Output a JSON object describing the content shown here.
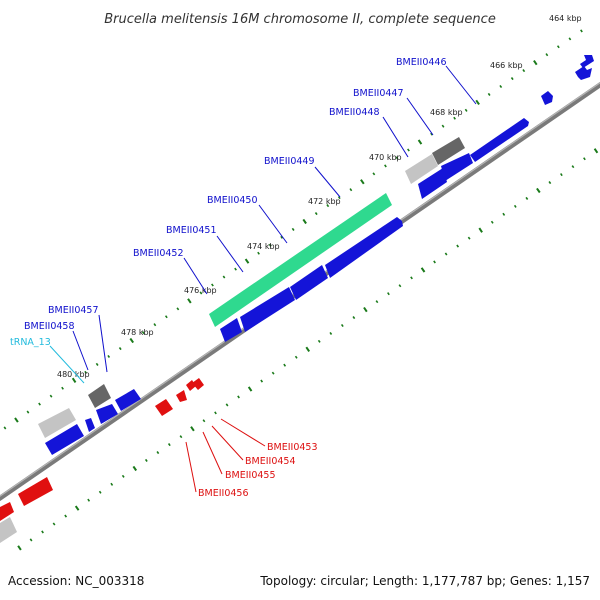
{
  "title": "Brucella melitensis 16M chromosome II, complete sequence",
  "scale_labels": [
    "464 kbp",
    "466 kbp",
    "468 kbp",
    "470 kbp",
    "472 kbp",
    "474 kbp",
    "476 kbp",
    "478 kbp",
    "480 kbp"
  ],
  "gene_labels_upper": [
    "BMEII0446",
    "BMEII0447",
    "BMEII0448",
    "BMEII0449",
    "BMEII0450",
    "BMEII0451",
    "BMEII0452",
    "BMEII0457",
    "BMEII0458",
    "tRNA_13"
  ],
  "gene_labels_lower": [
    "BMEII0453",
    "BMEII0454",
    "BMEII0455",
    "BMEII0456"
  ],
  "footer": {
    "accession": "Accession: NC_003318",
    "summary": "Topology: circular; Length: 1,177,787 bp; Genes: 1,157"
  },
  "colors": {
    "forward_cds": "#1010dd",
    "reverse_cds": "#e01010",
    "rrna_highlight": "#33dd99",
    "trna": "#22bbdd",
    "pseudo": "#666666",
    "backbone": "#888888",
    "tick": "#1a7a1a"
  }
}
